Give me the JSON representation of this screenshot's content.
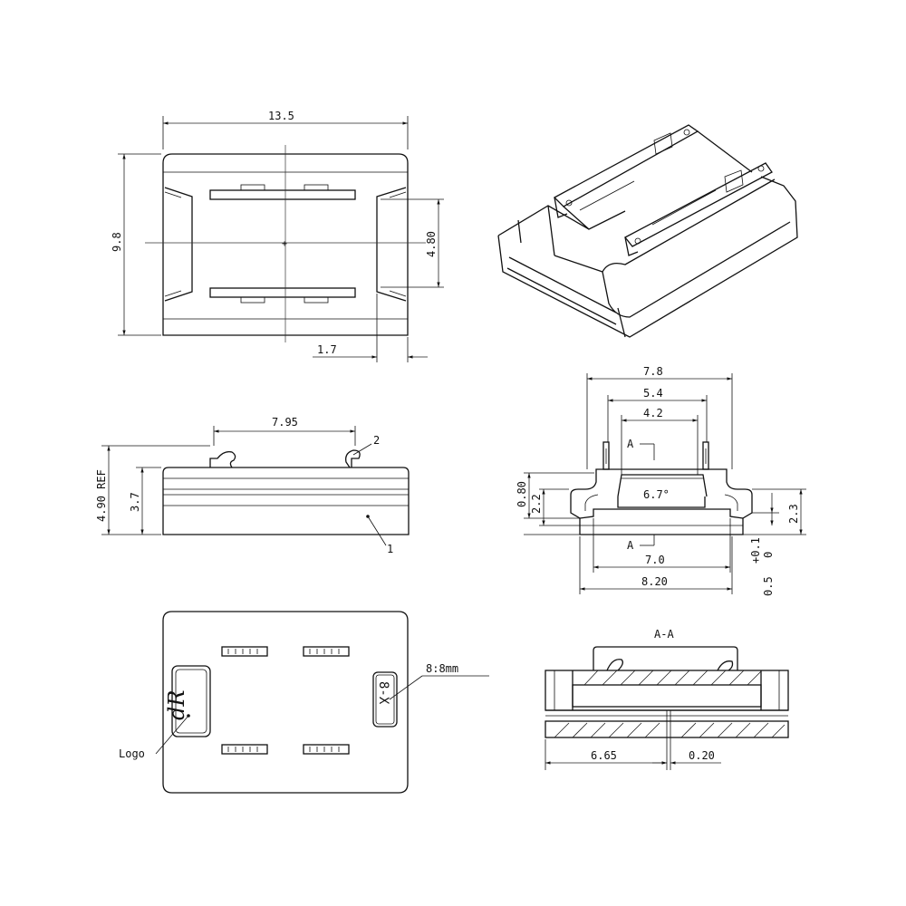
{
  "top_view": {
    "width": "13.5",
    "height": "9.8",
    "inner_height": "4.80",
    "wall": "1.7"
  },
  "front_view": {
    "pin_pitch": "7.95",
    "overall_height": "4.90 REF",
    "body_height": "3.7",
    "balloon_pin": "2",
    "balloon_body": "1"
  },
  "end_view": {
    "width_outer": "7.8",
    "width_mid": "5.4",
    "width_inner": "4.2",
    "angle": "6.7°",
    "section_mark_top": "A",
    "section_mark_bottom": "A",
    "height_left_a": "0.80",
    "height_left_b": "2.2",
    "height_right": "2.3",
    "width_bottom_inner": "7.0",
    "width_bottom_outer": "8.20",
    "tolerance_plus": "+0.1",
    "tolerance_zero": "0",
    "tolerance_base": "0.5"
  },
  "bottom_view": {
    "logo_label": "Logo",
    "marking_label": "8:8mm",
    "marking_text": "8-X",
    "logo_glyph": "dR"
  },
  "section_view": {
    "title": "A-A",
    "dim_left": "6.65",
    "dim_right": "0.20"
  },
  "colors": {
    "line": "#111111",
    "background": "#ffffff"
  }
}
